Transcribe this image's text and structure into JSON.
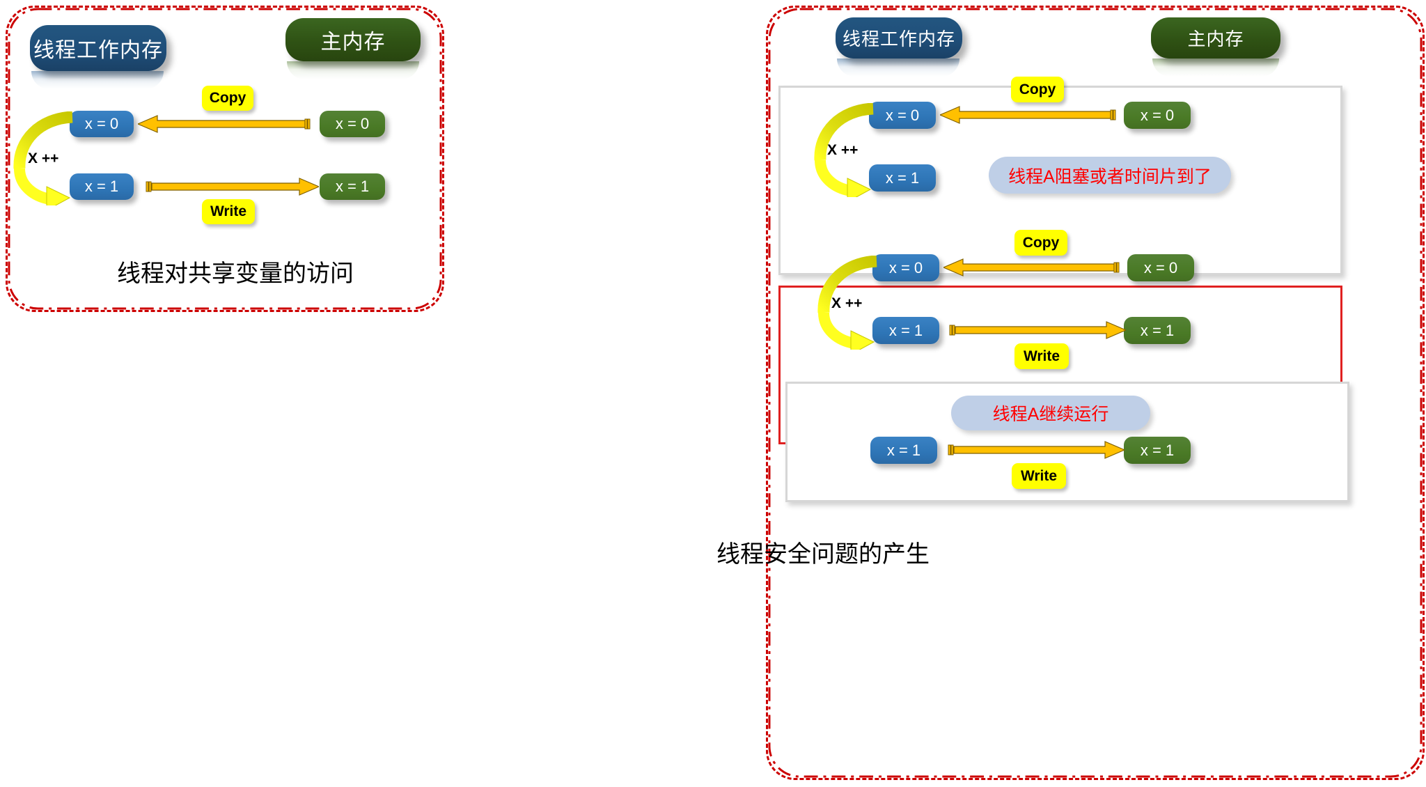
{
  "colors": {
    "panel_border": "#CC0000",
    "thread_memory_header_bg": "#1F4E79",
    "main_memory_header_bg": "#2F5214",
    "value_box_local_bg": "#2E75B6",
    "value_box_main_bg": "#4A7A26",
    "arrow_color": "#FFC000",
    "increment_arrow_color": "#E8E800",
    "label_chip_bg": "#FFFF00",
    "callout_bg": "#BFCFE7",
    "callout_text": "#FF0000",
    "highlight_frame_border": "#E02020",
    "frame_border": "#D6D6D6"
  },
  "left_panel": {
    "name": "thread-shared-variable-access",
    "headers": {
      "thread_memory": "线程工作内存",
      "main_memory": "主内存"
    },
    "copy_label": "Copy",
    "write_label": "Write",
    "increment_label": "X ++",
    "local_top_value": "x = 0",
    "local_bottom_value": "x = 1",
    "main_top_value": "x = 0",
    "main_bottom_value": "x = 1",
    "caption": "线程对共享变量的访问"
  },
  "right_panel": {
    "name": "thread-safety-problem",
    "headers": {
      "thread_memory": "线程工作内存",
      "main_memory": "主内存"
    },
    "caption": "线程安全问题的产生",
    "steps": [
      {
        "id": "step-1-blocked",
        "copy_label": "Copy",
        "increment_label": "X ++",
        "local_top_value": "x = 0",
        "local_bottom_value": "x = 1",
        "main_top_value": "x = 0",
        "callout": "线程A阻塞或者时间片到了"
      },
      {
        "id": "step-2-other-thread",
        "copy_label": "Copy",
        "write_label": "Write",
        "increment_label": "X ++",
        "local_top_value": "x = 0",
        "local_bottom_value": "x = 1",
        "main_top_value": "x = 0",
        "main_bottom_value": "x = 1"
      },
      {
        "id": "step-3-resume",
        "callout": "线程A继续运行",
        "write_label": "Write",
        "local_value": "x = 1",
        "main_value": "x = 1"
      }
    ]
  }
}
